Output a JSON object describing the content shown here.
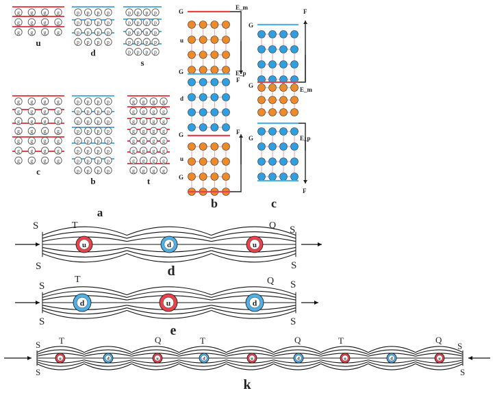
{
  "colors": {
    "red": "#e8424a",
    "blue": "#4fb0e6",
    "orange": "#ee8a2a",
    "cyan": "#2f9fe0",
    "ink": "#222222",
    "arrow": "#e8a0a8"
  },
  "panel_a": {
    "label": "a",
    "groups": [
      {
        "label": "u",
        "rows": [
          "g",
          "g",
          "g"
        ],
        "lines": [
          "red",
          "red",
          "red"
        ]
      },
      {
        "label": "d",
        "rows": [
          "p",
          "p",
          "p",
          "p"
        ],
        "lines": [
          "blue",
          "blue",
          "blue"
        ]
      },
      {
        "label": "s",
        "rows": [
          "p",
          "p",
          "p",
          "p",
          "p"
        ],
        "lines": [
          "blue",
          "blue",
          "blue",
          "blue"
        ]
      },
      {
        "label": "c",
        "rows": [
          "g",
          "g",
          "g",
          "g",
          "g",
          "g",
          "g"
        ],
        "lines": [
          "red",
          "red",
          "red",
          "red",
          "red"
        ]
      },
      {
        "label": "b",
        "rows": [
          "p",
          "p",
          "p",
          "p",
          "p",
          "p",
          "p",
          "p"
        ],
        "lines": [
          "blue",
          "blue",
          "blue",
          "blue",
          "blue"
        ]
      },
      {
        "label": "t",
        "rows": [
          "g",
          "g",
          "g",
          "g",
          "g",
          "g",
          "g",
          "g"
        ],
        "lines": [
          "red",
          "red",
          "red",
          "red",
          "red",
          "red",
          "red"
        ]
      }
    ]
  },
  "panel_b": {
    "label": "b",
    "side_labels": [
      "G",
      "u",
      "G",
      "d",
      "G",
      "u",
      "G"
    ],
    "force_labels": [
      "E_m",
      "F",
      "E_p",
      "F"
    ]
  },
  "panel_c": {
    "label": "c",
    "side_labels": [
      "G",
      "G",
      "G"
    ],
    "force_labels": [
      "F",
      "E_m",
      "E_p",
      "F"
    ]
  },
  "flux_d": {
    "label": "d",
    "corner_labels": [
      "S",
      "S",
      "S",
      "S"
    ],
    "T": "T",
    "Q": "Q",
    "quarks": [
      {
        "name": "u",
        "color": "red"
      },
      {
        "name": "d",
        "color": "blue"
      },
      {
        "name": "u",
        "color": "red"
      }
    ]
  },
  "flux_e": {
    "label": "e",
    "corner_labels": [
      "S",
      "S",
      "S",
      "S"
    ],
    "T": "T",
    "Q": "Q",
    "quarks": [
      {
        "name": "d",
        "color": "blue"
      },
      {
        "name": "u",
        "color": "red"
      },
      {
        "name": "d",
        "color": "blue"
      }
    ]
  },
  "flux_k": {
    "label": "k",
    "corner_labels": [
      "S",
      "S",
      "S",
      "S"
    ],
    "T_labels": [
      "T",
      "T",
      "T"
    ],
    "Q_labels": [
      "Q",
      "Q",
      "Q"
    ],
    "quarks": [
      {
        "name": "u",
        "color": "red"
      },
      {
        "name": "d",
        "color": "blue"
      },
      {
        "name": "u",
        "color": "red"
      },
      {
        "name": "d",
        "color": "blue"
      },
      {
        "name": "u",
        "color": "red"
      },
      {
        "name": "d",
        "color": "blue"
      },
      {
        "name": "u",
        "color": "red"
      },
      {
        "name": "d",
        "color": "blue"
      },
      {
        "name": "u",
        "color": "red"
      }
    ]
  }
}
